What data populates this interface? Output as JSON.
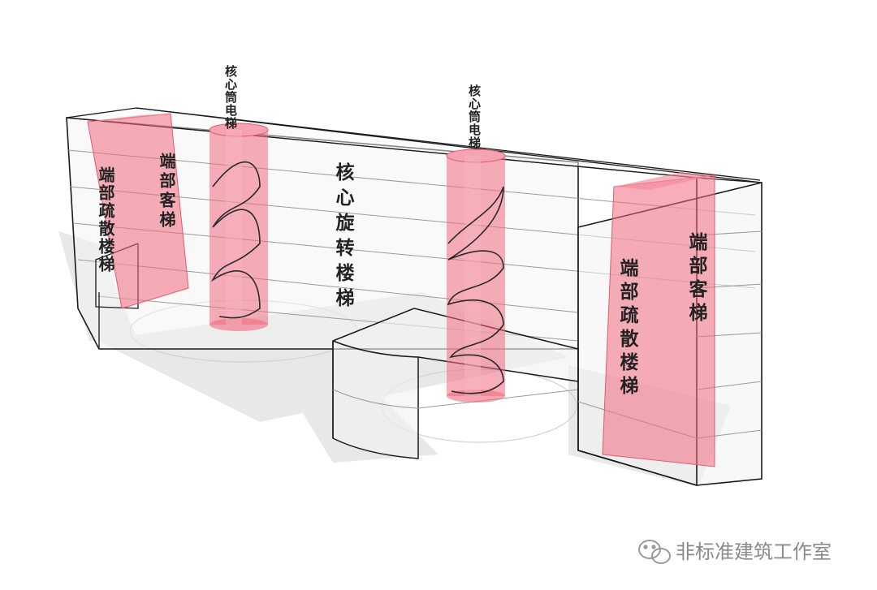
{
  "labels": {
    "left_tube_top": "核心筒电梯",
    "right_tube_top": "核心筒电梯",
    "center_stair": "核心旋转楼梯",
    "left_evac_stair": "端部疏散楼梯",
    "left_passenger_elevator": "端部客梯",
    "right_evac_stair": "端部疏散楼梯",
    "right_passenger_elevator": "端部客梯"
  },
  "watermark": {
    "text": "非标准建筑工作室",
    "icon": "wechat-icon"
  },
  "colors": {
    "pink_volume": "#f06b7f",
    "glass_edge": "#1a1a1a",
    "floor_line": "#9a9a9a",
    "shadow": "#e6e6e6",
    "stair_curve": "#2a2a2a",
    "watermark": "#8a8a8a"
  }
}
